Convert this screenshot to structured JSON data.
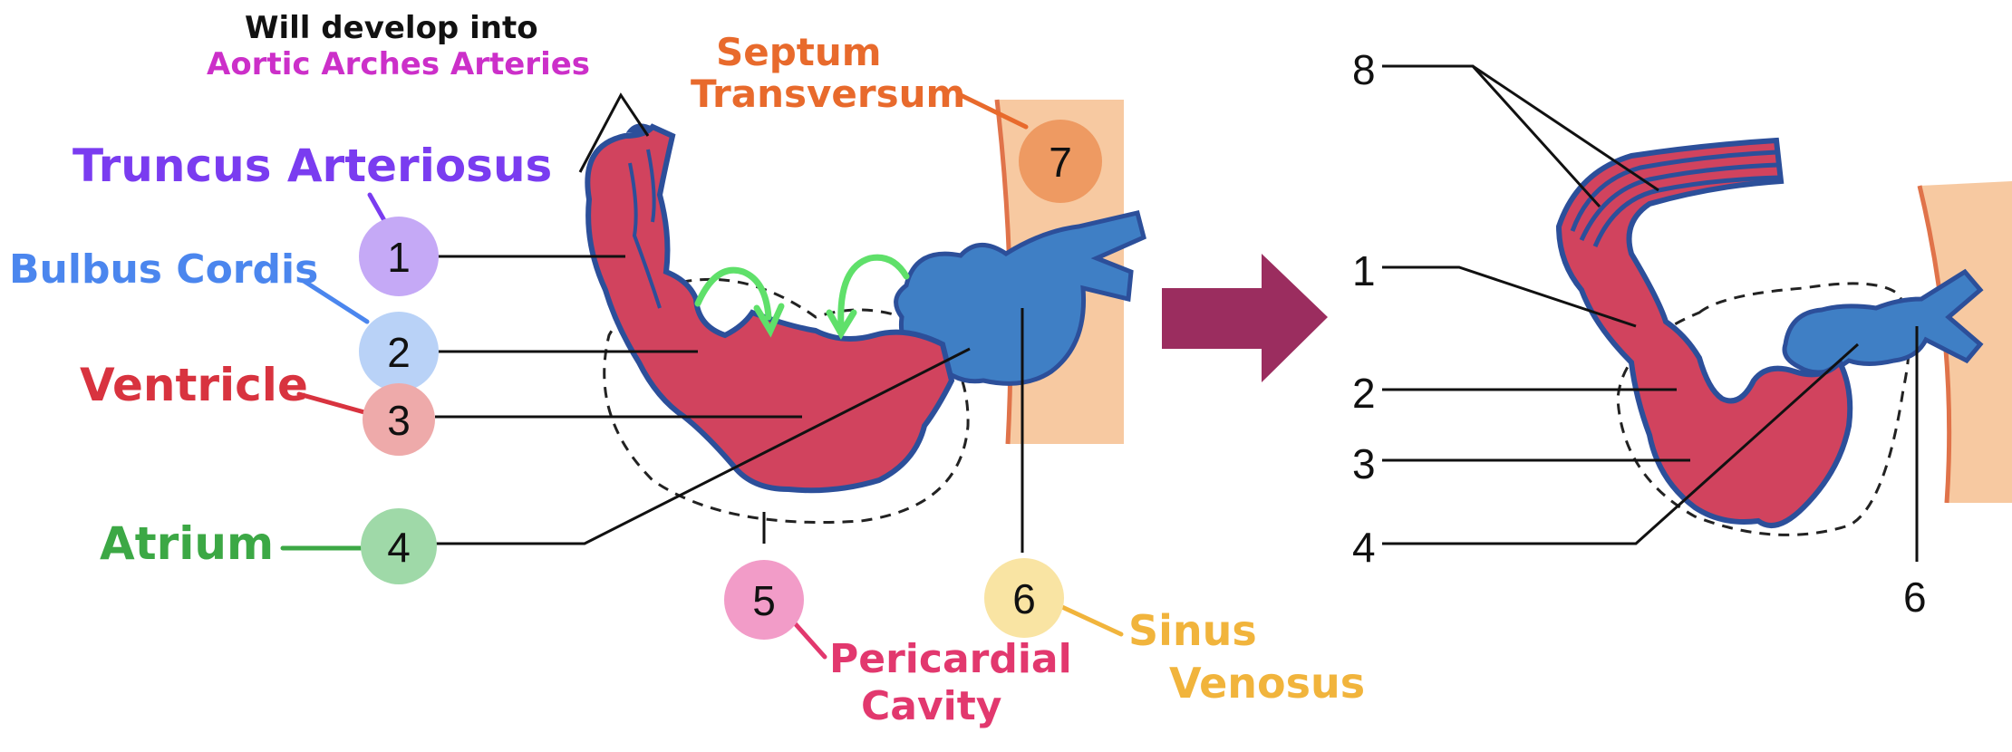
{
  "title": {
    "line1": "Will develop into",
    "line2": "Aortic Arches Arteries"
  },
  "labels": {
    "truncus": "Truncus Arteriosus",
    "bulbus": "Bulbus Cordis",
    "ventricle": "Ventricle",
    "atrium": "Atrium",
    "septum_1": "Septum",
    "septum_2": "Transversum",
    "pericardial_1": "Pericardial",
    "pericardial_2": "Cavity",
    "sinus_1": "Sinus",
    "sinus_2": "Venosus"
  },
  "left_numbers": [
    "1",
    "2",
    "3",
    "4",
    "5",
    "6",
    "7"
  ],
  "right_numbers": [
    "8",
    "1",
    "2",
    "3",
    "4",
    "6"
  ],
  "colors": {
    "heart": "#d1435e",
    "heart_outline": "#2c4f9a",
    "atrium_blue": "#3f7fc5",
    "septum_tissue": "#f7c9a1",
    "arrow": "#9b2d5f",
    "green_arrow": "#5fe06a",
    "truncus_label": "#7a3cf0",
    "aortic_label": "#cc2fc9",
    "bulbus_label": "#4b86ee",
    "ventricle_label": "#d8333f",
    "atrium_label": "#3ca845",
    "septum_label": "#e86a2c",
    "pericardial_label": "#e2386e",
    "sinus_label": "#f1b43c"
  }
}
